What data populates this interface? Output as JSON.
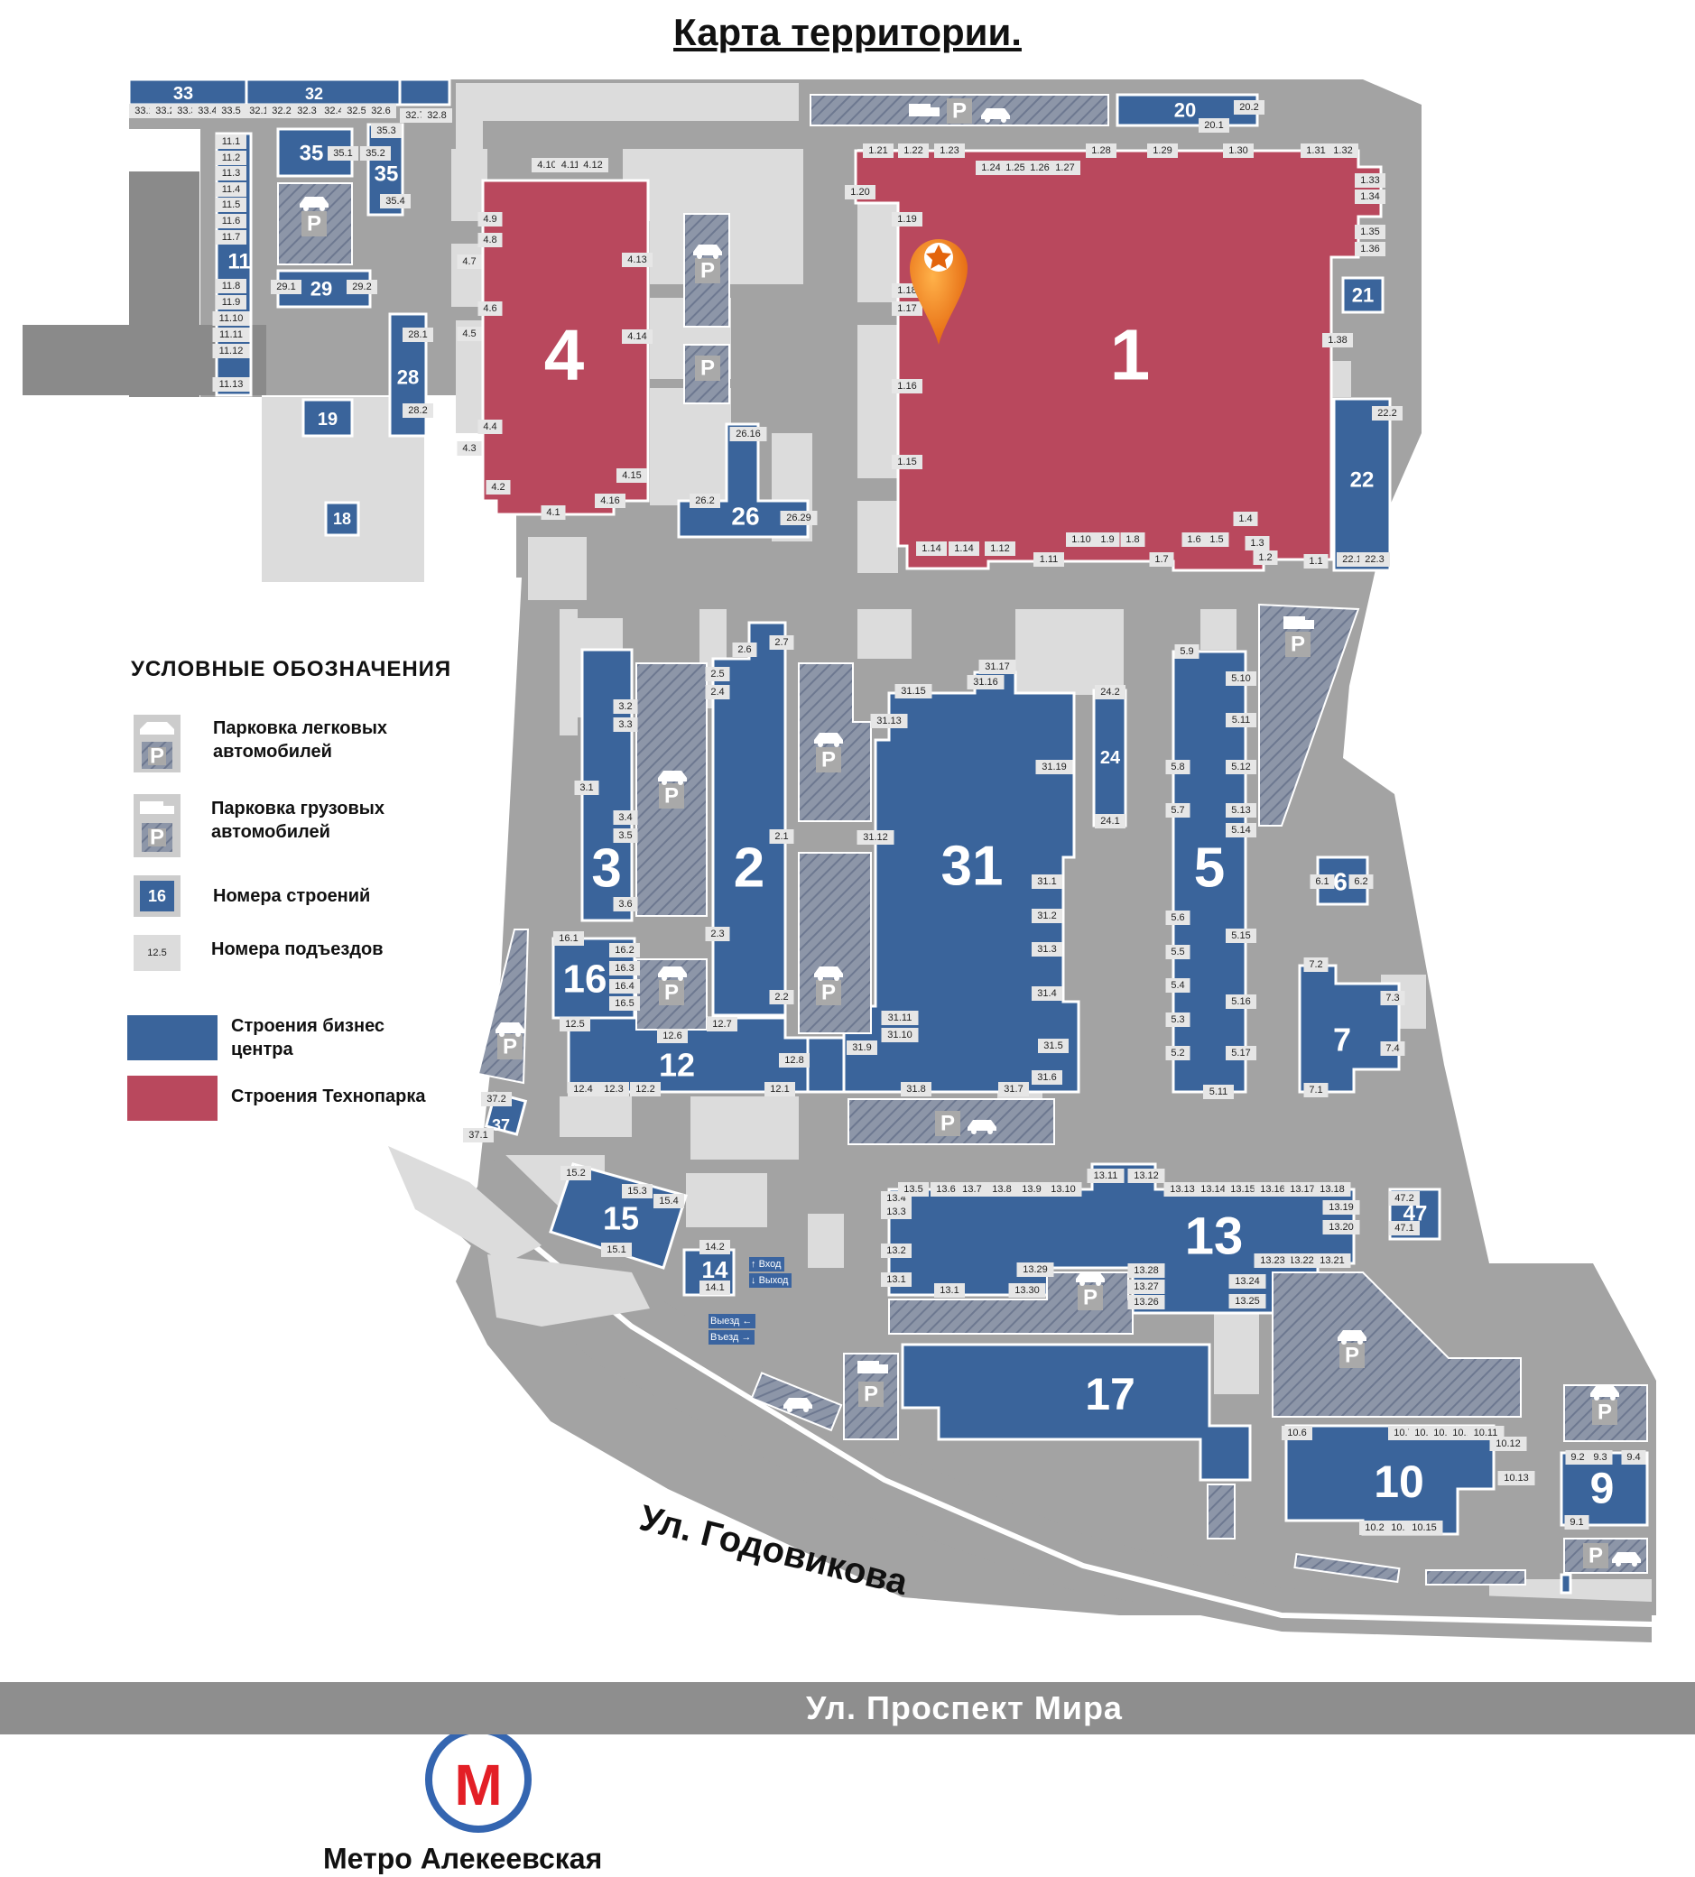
{
  "title": "Карта территории.",
  "legend": {
    "heading": "УСЛОВНЫЕ ОБОЗНАЧЕНИЯ",
    "items": [
      {
        "key": "car_parking",
        "label_line1": "Парковка легковых",
        "label_line2": "автомобилей"
      },
      {
        "key": "truck_parking",
        "label_line1": "Парковка грузовых",
        "label_line2": "автомобилей"
      },
      {
        "key": "building_numbers",
        "label_line1": "Номера строений",
        "sample": "16"
      },
      {
        "key": "entrance_numbers",
        "label_line1": "Номера подъездов",
        "sample": "12.5"
      },
      {
        "key": "business_center",
        "label_line1": "Строения бизнес",
        "label_line2": "центра"
      },
      {
        "key": "technopark",
        "label_line1": "Строения Технопарка"
      }
    ]
  },
  "streets": {
    "main": "Ул. Проспект Мира",
    "side": "Ул. Годовикова"
  },
  "metro": {
    "logo_letter": "М",
    "station": "Метро Алекеевская"
  },
  "signs": {
    "entry": "Вход",
    "exit": "Выход",
    "drive_out1": "Выезд",
    "drive_out2": "Въезд"
  },
  "parking_symbol": "P",
  "colors": {
    "business": "#3a649b",
    "technopark": "#b9485d",
    "territory": "#a3a3a3",
    "paved": "#dcdcdc",
    "marker": "#f08a16"
  },
  "buildings": [
    "1",
    "2",
    "3",
    "4",
    "5",
    "6",
    "7",
    "9",
    "10",
    "11",
    "12",
    "13",
    "14",
    "15",
    "16",
    "17",
    "18",
    "19",
    "20",
    "21",
    "22",
    "24",
    "26",
    "28",
    "29",
    "31",
    "32",
    "33",
    "35",
    "35",
    "37",
    "47"
  ],
  "entrances": [
    "1.1",
    "1.2",
    "1.3",
    "1.4",
    "1.5",
    "1.6",
    "1.7",
    "1.8",
    "1.9",
    "1.10",
    "1.11",
    "1.12",
    "1.14",
    "1.14",
    "1.15",
    "1.16",
    "1.17",
    "1.18",
    "1.19",
    "1.20",
    "1.21",
    "1.22",
    "1.23",
    "1.24",
    "1.25",
    "1.26",
    "1.27",
    "1.28",
    "1.29",
    "1.30",
    "1.31",
    "1.32",
    "1.33",
    "1.34",
    "1.35",
    "1.36",
    "1.38",
    "4.1",
    "4.2",
    "4.3",
    "4.4",
    "4.5",
    "4.6",
    "4.7",
    "4.8",
    "4.9",
    "4.10",
    "4.11",
    "4.12",
    "4.13",
    "4.14",
    "4.15",
    "4.16",
    "2.1",
    "2.2",
    "2.3",
    "2.4",
    "2.5",
    "2.6",
    "2.7",
    "3.1",
    "3.2",
    "3.3",
    "3.4",
    "3.5",
    "3.6",
    "5.2",
    "5.3",
    "5.4",
    "5.5",
    "5.6",
    "5.7",
    "5.8",
    "5.9",
    "5.10",
    "5.11",
    "5.11",
    "5.12",
    "5.13",
    "5.14",
    "5.15",
    "5.16",
    "5.17",
    "31.1",
    "31.2",
    "31.3",
    "31.4",
    "31.5",
    "31.6",
    "31.7",
    "31.8",
    "31.9",
    "31.10",
    "31.11",
    "31.12",
    "31.13",
    "31.15",
    "31.16",
    "31.17",
    "31.19",
    "12.1",
    "12.2",
    "12.3",
    "12.4",
    "12.5",
    "12.6",
    "12.7",
    "12.8",
    "16.1",
    "16.2",
    "16.3",
    "16.4",
    "16.5",
    "13.1",
    "13.1",
    "13.2",
    "13.3",
    "13.4",
    "13.5",
    "13.6",
    "13.7",
    "13.8",
    "13.9",
    "13.10",
    "13.11",
    "13.12",
    "13.13",
    "13.14",
    "13.15",
    "13.16",
    "13.17",
    "13.18",
    "13.19",
    "13.20",
    "13.21",
    "13.22",
    "13.23",
    "13.24",
    "13.25",
    "13.26",
    "13.27",
    "13.28",
    "13.29",
    "13.30",
    "10.1",
    "10.2",
    "10.6",
    "10.7",
    "10.8",
    "10.9",
    "10.10",
    "10.11",
    "10.12",
    "10.13",
    "10.15",
    "9.1",
    "9.2",
    "9.3",
    "9.4",
    "11.1",
    "11.2",
    "11.3",
    "11.4",
    "11.5",
    "11.6",
    "11.7",
    "11.8",
    "11.9",
    "11.10",
    "11.11",
    "11.12",
    "11.13",
    "33.1",
    "33.2",
    "33.3",
    "33.4",
    "33.5",
    "32.1",
    "32.2",
    "32.3",
    "32.4",
    "32.5",
    "32.6",
    "32.7",
    "32.8",
    "35.1",
    "35.2",
    "35.3",
    "35.4",
    "29.1",
    "29.2",
    "28.1",
    "28.2",
    "26.2",
    "26.16",
    "26.29",
    "24.1",
    "24.2",
    "22.1",
    "22.2",
    "22.3",
    "20.1",
    "20.2",
    "6.1",
    "6.2",
    "7.1",
    "7.2",
    "7.3",
    "7.4",
    "14.1",
    "14.2",
    "15.1",
    "15.2",
    "15.3",
    "15.4",
    "37.1",
    "37.2",
    "47.1",
    "47.2"
  ]
}
